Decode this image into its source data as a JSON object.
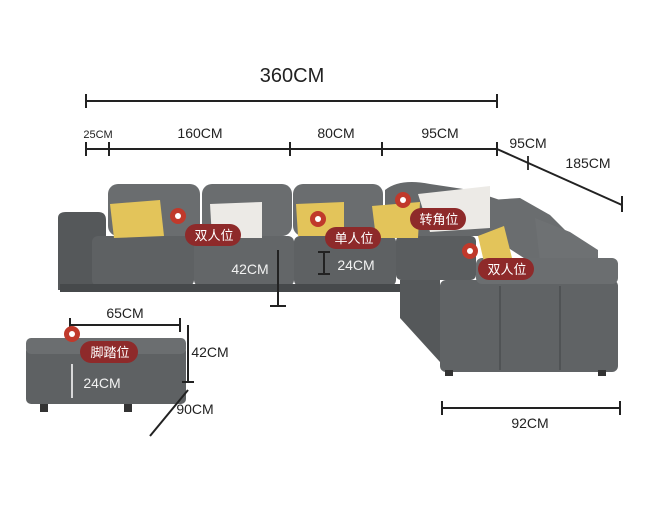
{
  "dimensions": {
    "total_width": "360CM",
    "seg_armrest": "25CM",
    "seg_double": "160CM",
    "seg_single": "80CM",
    "seg_corner": "95CM",
    "side_depth": "95CM",
    "side_length": "185CM",
    "back_height": "42CM",
    "seat_height": "24CM",
    "chaise_width": "92CM",
    "ottoman_width": "65CM",
    "ottoman_height": "42CM",
    "ottoman_seat": "24CM",
    "ottoman_depth": "90CM"
  },
  "labels": {
    "double_left": "双人位",
    "single": "单人位",
    "corner": "转角位",
    "double_right": "双人位",
    "footstool": "脚踏位"
  },
  "colors": {
    "sofa_body": "#5e6163",
    "sofa_dark": "#46494b",
    "sofa_light": "#75787a",
    "pillow_yellow": "#e3c45a",
    "pillow_white": "#eceae6",
    "tag_red": "#8e2a2a",
    "pin_red": "#c0392b",
    "line": "#222222"
  },
  "icons": [
    "location-pin-icon"
  ]
}
